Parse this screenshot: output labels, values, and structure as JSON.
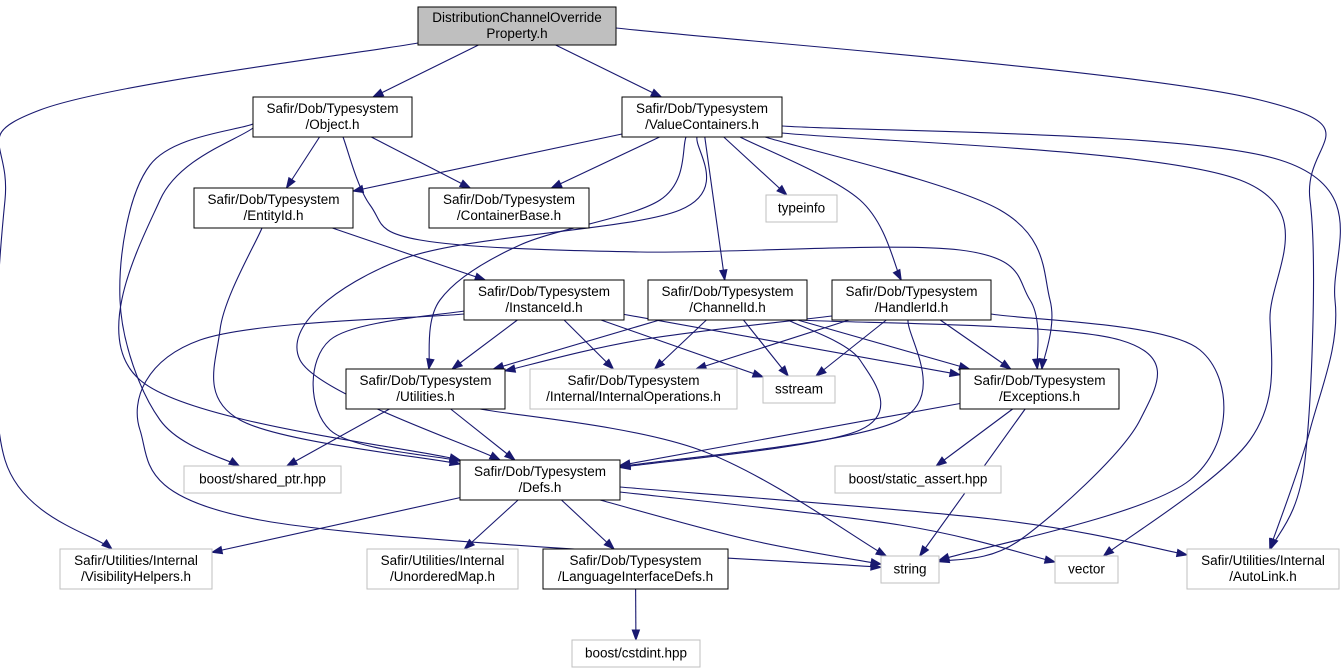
{
  "diagram": {
    "type": "include-dependency-graph",
    "colors": {
      "edge": "#191970",
      "root_fill": "#bfbfbf",
      "root_stroke": "#000000",
      "internal_stroke": "#000000",
      "external_stroke": "#bfbfbf",
      "external_text": "#000000"
    },
    "nodes": [
      {
        "id": "root",
        "lines": [
          "DistributionChannelOverride",
          "Property.h"
        ],
        "kind": "root"
      },
      {
        "id": "object",
        "lines": [
          "Safir/Dob/Typesystem",
          "/Object.h"
        ],
        "kind": "internal"
      },
      {
        "id": "valuecontainers",
        "lines": [
          "Safir/Dob/Typesystem",
          "/ValueContainers.h"
        ],
        "kind": "internal"
      },
      {
        "id": "entityid",
        "lines": [
          "Safir/Dob/Typesystem",
          "/EntityId.h"
        ],
        "kind": "internal"
      },
      {
        "id": "containerbase",
        "lines": [
          "Safir/Dob/Typesystem",
          "/ContainerBase.h"
        ],
        "kind": "internal"
      },
      {
        "id": "typeinfo",
        "lines": [
          "typeinfo"
        ],
        "kind": "external"
      },
      {
        "id": "instanceid",
        "lines": [
          "Safir/Dob/Typesystem",
          "/InstanceId.h"
        ],
        "kind": "internal"
      },
      {
        "id": "channelid",
        "lines": [
          "Safir/Dob/Typesystem",
          "/ChannelId.h"
        ],
        "kind": "internal"
      },
      {
        "id": "handlerid",
        "lines": [
          "Safir/Dob/Typesystem",
          "/HandlerId.h"
        ],
        "kind": "internal"
      },
      {
        "id": "utilities",
        "lines": [
          "Safir/Dob/Typesystem",
          "/Utilities.h"
        ],
        "kind": "internal"
      },
      {
        "id": "internalops",
        "lines": [
          "Safir/Dob/Typesystem",
          "/Internal/InternalOperations.h"
        ],
        "kind": "external"
      },
      {
        "id": "sstream",
        "lines": [
          "sstream"
        ],
        "kind": "external"
      },
      {
        "id": "exceptions",
        "lines": [
          "Safir/Dob/Typesystem",
          "/Exceptions.h"
        ],
        "kind": "internal"
      },
      {
        "id": "sharedptr",
        "lines": [
          "boost/shared_ptr.hpp"
        ],
        "kind": "external"
      },
      {
        "id": "defs",
        "lines": [
          "Safir/Dob/Typesystem",
          "/Defs.h"
        ],
        "kind": "internal"
      },
      {
        "id": "staticassert",
        "lines": [
          "boost/static_assert.hpp"
        ],
        "kind": "external"
      },
      {
        "id": "visibility",
        "lines": [
          "Safir/Utilities/Internal",
          "/VisibilityHelpers.h"
        ],
        "kind": "external"
      },
      {
        "id": "unorderedmap",
        "lines": [
          "Safir/Utilities/Internal",
          "/UnorderedMap.h"
        ],
        "kind": "external"
      },
      {
        "id": "langif",
        "lines": [
          "Safir/Dob/Typesystem",
          "/LanguageInterfaceDefs.h"
        ],
        "kind": "internal"
      },
      {
        "id": "string",
        "lines": [
          "string"
        ],
        "kind": "external"
      },
      {
        "id": "vector",
        "lines": [
          "vector"
        ],
        "kind": "external"
      },
      {
        "id": "autolink",
        "lines": [
          "Safir/Utilities/Internal",
          "/AutoLink.h"
        ],
        "kind": "external"
      },
      {
        "id": "cstdint",
        "lines": [
          "boost/cstdint.hpp"
        ],
        "kind": "external"
      }
    ],
    "edges": [
      [
        "root",
        "object"
      ],
      [
        "root",
        "valuecontainers"
      ],
      [
        "root",
        "visibility"
      ],
      [
        "root",
        "autolink"
      ],
      [
        "object",
        "entityid"
      ],
      [
        "object",
        "containerbase"
      ],
      [
        "object",
        "defs"
      ],
      [
        "object",
        "exceptions"
      ],
      [
        "object",
        "sharedptr"
      ],
      [
        "valuecontainers",
        "entityid"
      ],
      [
        "valuecontainers",
        "containerbase"
      ],
      [
        "valuecontainers",
        "typeinfo"
      ],
      [
        "valuecontainers",
        "channelid"
      ],
      [
        "valuecontainers",
        "handlerid"
      ],
      [
        "valuecontainers",
        "utilities"
      ],
      [
        "valuecontainers",
        "defs"
      ],
      [
        "valuecontainers",
        "exceptions"
      ],
      [
        "valuecontainers",
        "vector"
      ],
      [
        "valuecontainers",
        "autolink"
      ],
      [
        "entityid",
        "instanceid"
      ],
      [
        "entityid",
        "defs"
      ],
      [
        "instanceid",
        "utilities"
      ],
      [
        "instanceid",
        "internalops"
      ],
      [
        "instanceid",
        "sstream"
      ],
      [
        "instanceid",
        "exceptions"
      ],
      [
        "instanceid",
        "defs"
      ],
      [
        "instanceid",
        "string"
      ],
      [
        "channelid",
        "utilities"
      ],
      [
        "channelid",
        "internalops"
      ],
      [
        "channelid",
        "sstream"
      ],
      [
        "channelid",
        "exceptions"
      ],
      [
        "channelid",
        "defs"
      ],
      [
        "channelid",
        "string"
      ],
      [
        "handlerid",
        "utilities"
      ],
      [
        "handlerid",
        "internalops"
      ],
      [
        "handlerid",
        "sstream"
      ],
      [
        "handlerid",
        "exceptions"
      ],
      [
        "handlerid",
        "defs"
      ],
      [
        "handlerid",
        "string"
      ],
      [
        "utilities",
        "sharedptr"
      ],
      [
        "utilities",
        "defs"
      ],
      [
        "utilities",
        "string"
      ],
      [
        "exceptions",
        "defs"
      ],
      [
        "exceptions",
        "staticassert"
      ],
      [
        "exceptions",
        "string"
      ],
      [
        "defs",
        "visibility"
      ],
      [
        "defs",
        "unorderedmap"
      ],
      [
        "defs",
        "langif"
      ],
      [
        "defs",
        "string"
      ],
      [
        "defs",
        "vector"
      ],
      [
        "defs",
        "autolink"
      ],
      [
        "langif",
        "cstdint"
      ]
    ]
  }
}
